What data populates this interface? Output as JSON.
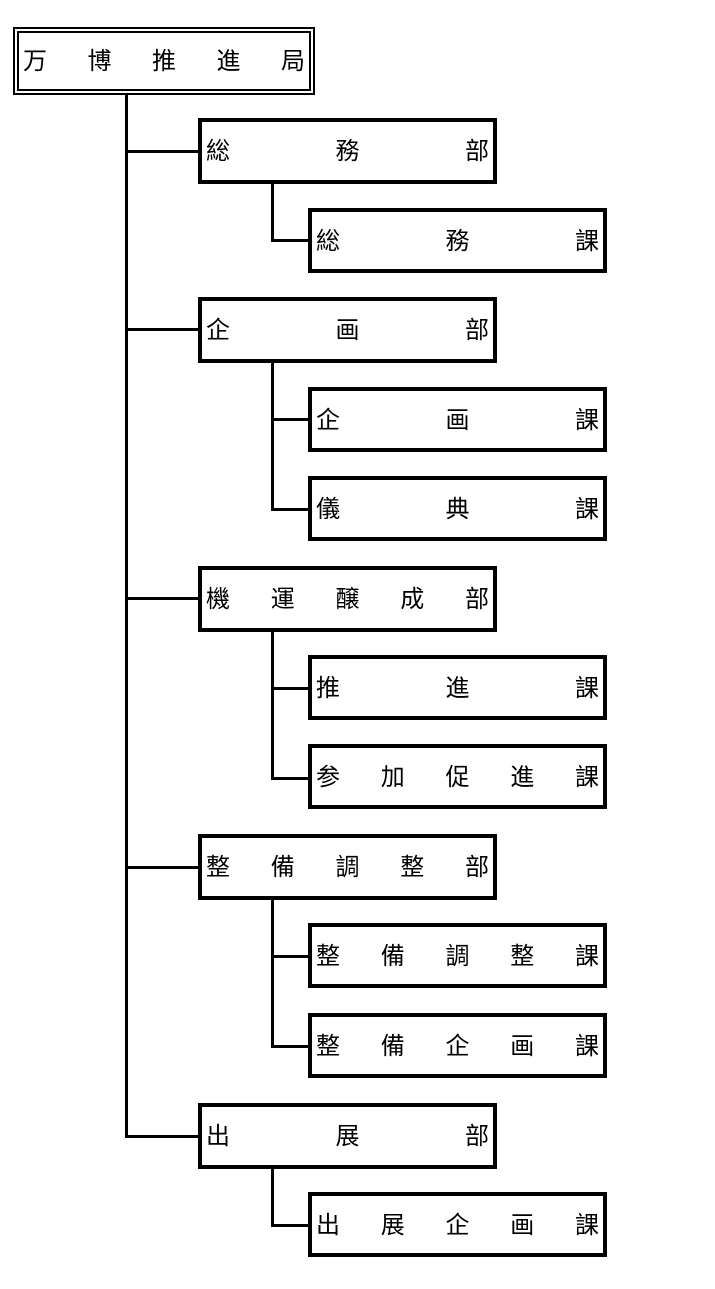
{
  "org": {
    "root": "万博推進局",
    "departments": [
      {
        "name": "総務部",
        "sections": [
          "総務課"
        ]
      },
      {
        "name": "企画部",
        "sections": [
          "企画課",
          "儀典課"
        ]
      },
      {
        "name": "機運醸成部",
        "sections": [
          "推進課",
          "参加促進課"
        ]
      },
      {
        "name": "整備調整部",
        "sections": [
          "整備調整課",
          "整備企画課"
        ]
      },
      {
        "name": "出展部",
        "sections": [
          "出展企画課"
        ]
      }
    ]
  }
}
